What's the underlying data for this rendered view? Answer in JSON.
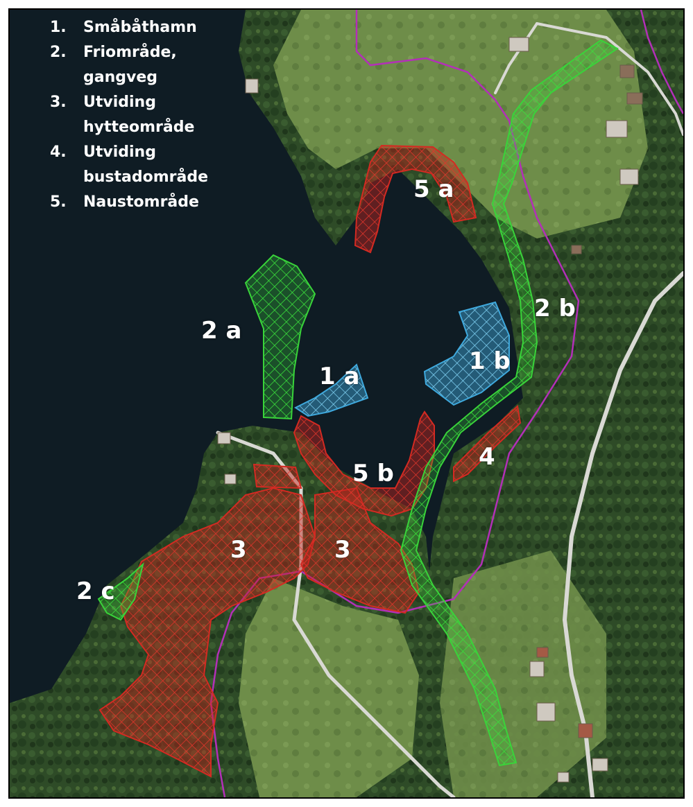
{
  "legend": {
    "items": [
      {
        "number": "1.",
        "label": "Småbåthamn"
      },
      {
        "number": "2.",
        "label": "Friområde, gangveg"
      },
      {
        "number": "3.",
        "label": "Utviding hytteområde"
      },
      {
        "number": "4.",
        "label": "Utviding bustadområde"
      },
      {
        "number": "5.",
        "label": "Naustområde"
      }
    ]
  },
  "zones": {
    "z1a": "1 a",
    "z1b": "1 b",
    "z2a": "2 a",
    "z2b": "2 b",
    "z2c": "2 c",
    "z3_west": "3",
    "z3_east": "3",
    "z4": "4",
    "z5a": "5 a",
    "z5b": "5 b"
  },
  "colors": {
    "water": "#0f1c24",
    "forest": "#2c4a26",
    "field": "#6f8f4a",
    "zone_green": "#39d43a",
    "zone_red": "#d42a22",
    "zone_blue": "#3fa9dd",
    "boundary": "#b32fb8",
    "road": "#d9d9d4"
  }
}
